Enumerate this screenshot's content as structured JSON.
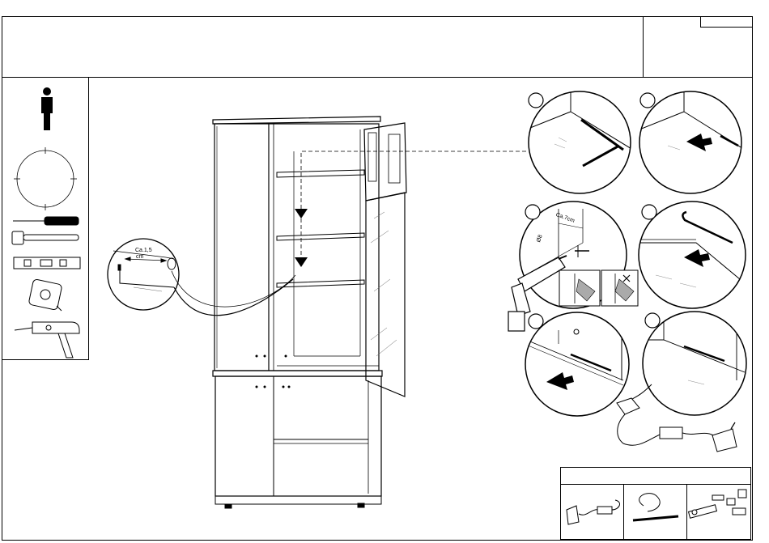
{
  "detail_callout": {
    "distance_label": "Ca.1,5",
    "unit_label": "cm"
  },
  "drill_step": {
    "spacing_label": "Ca.7cm",
    "diameter_label": "Ø8"
  },
  "step_count": 6,
  "icons": [
    "person-icon",
    "clearance-circle-icon",
    "screwdriver-icon",
    "hammer-icon",
    "spirit-level-icon",
    "tape-measure-icon",
    "power-drill-icon"
  ],
  "parts_box_items": [
    "led-power-adapter",
    "led-strip-cable",
    "led-fittings-set"
  ]
}
